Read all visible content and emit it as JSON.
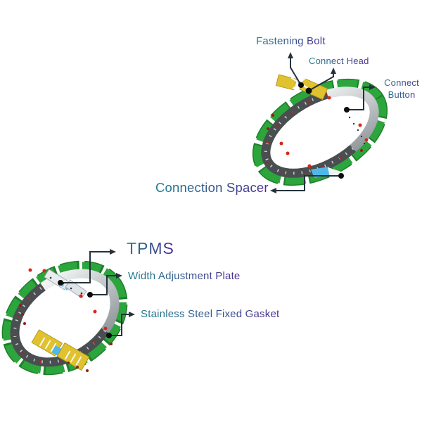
{
  "diagram_type": "tpms-steel-band-parts-diagram",
  "labels": {
    "fastening_bolt": "Fastening Bolt",
    "connect_head": "Connect Head",
    "connect_button": "Connect Button",
    "connection_spacer": "Connection Spacer",
    "tpms": "TPMS",
    "width_adjustment_plate": "Width Adjustment Plate",
    "stainless_steel_fixed_gasket": "Stainless Steel Fixed Gasket"
  },
  "colors": {
    "label_gradient_start": "#1E7F8C",
    "label_gradient_end": "#4B2E91",
    "leader_line": "#24323C",
    "band_green": "#2CA53C",
    "band_silver_light": "#F2F4F4",
    "band_silver_dark": "#8F969A",
    "band_dark": "#4A4E50",
    "connector_yellow": "#DFC22D",
    "spacer_blue": "#4FB8E8",
    "marker_red": "#D5281B"
  }
}
